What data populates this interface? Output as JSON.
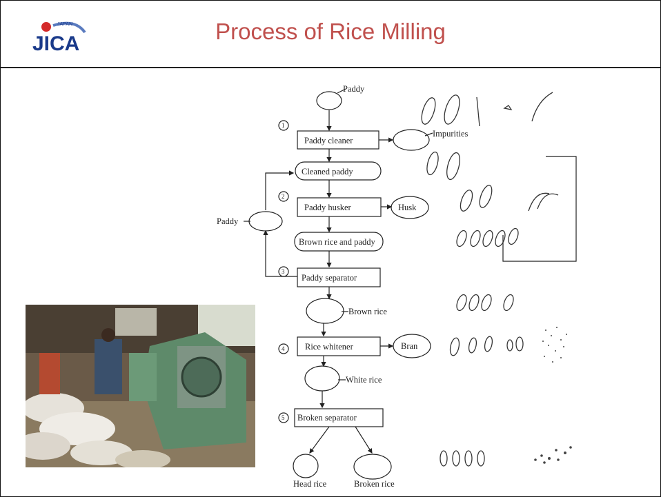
{
  "header": {
    "title": "Process of Rice Milling",
    "logo_text": "JICA"
  },
  "flow": {
    "start": "Paddy",
    "steps": [
      {
        "num": "1",
        "label": "Paddy cleaner",
        "output": "Impurities"
      },
      {
        "label": "Cleaned paddy"
      },
      {
        "num": "2",
        "label": "Paddy husker",
        "output": "Husk"
      },
      {
        "label": "Brown rice and paddy"
      },
      {
        "num": "3",
        "label": "Paddy separator"
      },
      {
        "label": "Brown rice"
      },
      {
        "num": "4",
        "label": "Rice whitener",
        "output": "Bran"
      },
      {
        "label": "White rice"
      },
      {
        "num": "5",
        "label": "Broken separator"
      }
    ],
    "return_loop": "Paddy",
    "final_outputs": [
      "Head rice",
      "Broken rice"
    ]
  },
  "colors": {
    "title": "#c0504d",
    "line": "#222222"
  }
}
